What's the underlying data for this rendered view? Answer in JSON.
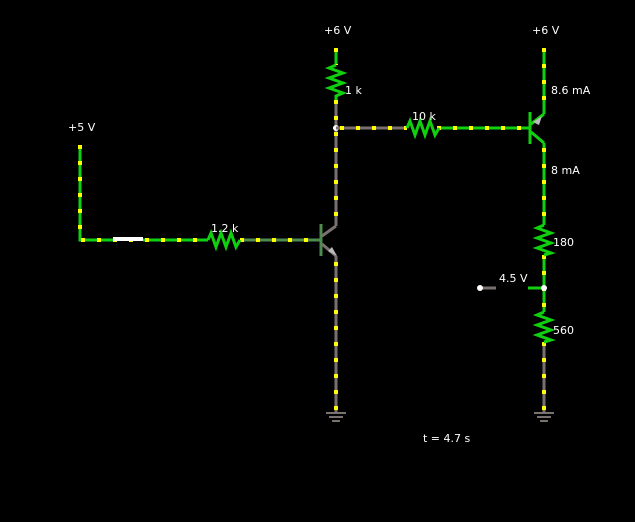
{
  "labels": {
    "vsrc_left": "+5 V",
    "vsrc_mid": "+6 V",
    "vsrc_right": "+6 V",
    "r_base": "1.2 k",
    "r_collector": "1 k",
    "r_coupling": "10 k",
    "r_180": "180",
    "r_560": "560",
    "current_emitter": "8.6 mA",
    "current_collector": "8 mA",
    "probe_voltage": "4.5 V",
    "time": "t = 4.7 s"
  },
  "colors": {
    "wire_active": "#10d010",
    "wire_ground": "#7a7070",
    "current_dots": "#ffff00",
    "background": "#000000"
  }
}
